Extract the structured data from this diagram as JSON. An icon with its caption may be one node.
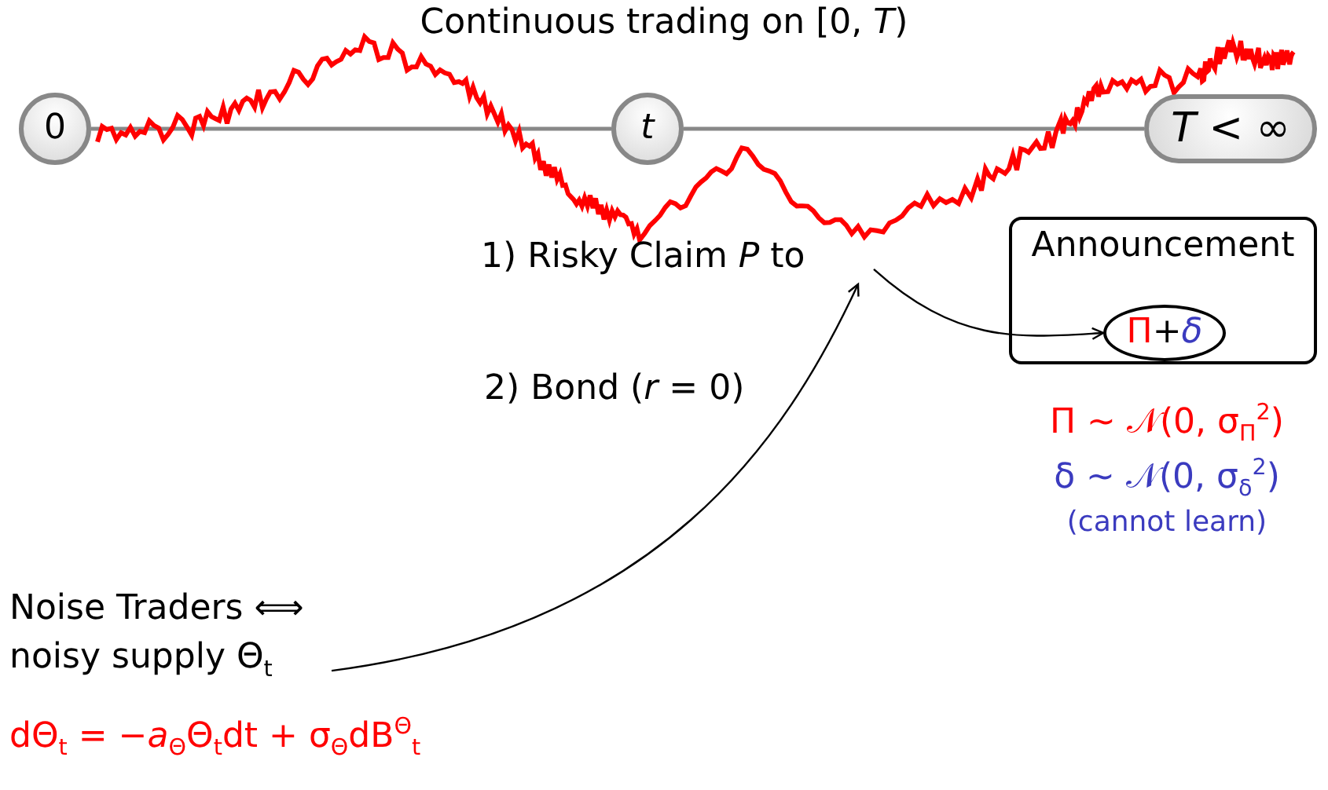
{
  "diagram": {
    "title": "Continuous trading on [0, *T*)",
    "nodes": [
      {
        "text": [
          "0"
        ]
      },
      {
        "text": [
          "*t*"
        ]
      },
      {
        "text": [
          "*T* < ∞"
        ]
      },
      {
        "text": [
          "1) Risky Claim *P* to"
        ]
      },
      {
        "text": [
          "Announcement"
        ]
      },
      {
        "text": [
          "Π+*δ*"
        ],
        "in": 4
      },
      {
        "text": [
          "Noise Traders ⟺ noisy supply Θ$_{t}$"
        ]
      }
    ],
    "edges": [
      {
        "from": 0,
        "to": 1,
        "arrow": "none",
        "color": "#888888"
      },
      {
        "from": 1,
        "to": 2,
        "arrow": "none",
        "color": "#888888"
      },
      {
        "from": 6,
        "to": 3,
        "arrow": "to",
        "color": "#000000"
      },
      {
        "from": 3,
        "to": 5,
        "arrow": "to",
        "color": "#000000"
      }
    ],
    "labels": [
      "2) Bond (*r* = 0)",
      "Π ∼ 𝒩(0, σ$_{Π}$$^{2}$)",
      "δ ∼ 𝒩(0, σ$_{δ}$$^{2}$)",
      "(cannot learn)",
      "dΘ$_{t}$ = −*a*$_{Θ}$Θ$_{t}$dt + σ$_{Θ}$dB$^{Θ}$$_{t}$"
    ]
  }
}
